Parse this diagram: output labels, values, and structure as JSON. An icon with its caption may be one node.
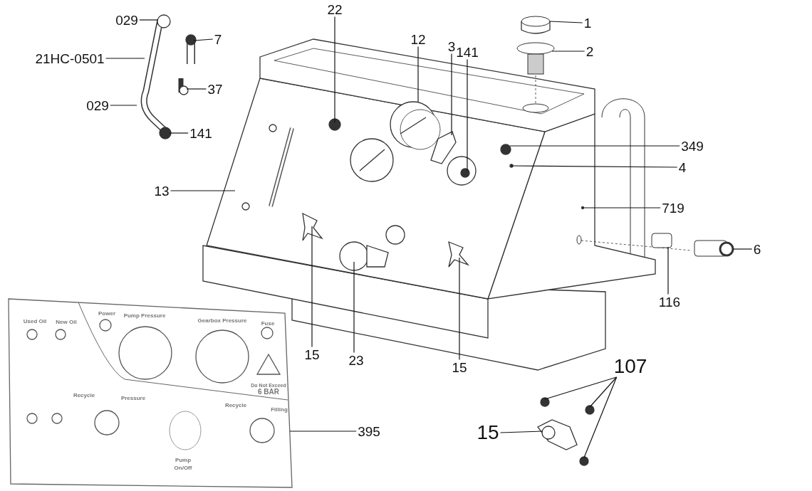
{
  "diagram": {
    "nodes": [
      {
        "text": [
          "029"
        ]
      },
      {
        "text": [
          "7"
        ]
      },
      {
        "text": [
          "21HC-0501"
        ]
      },
      {
        "text": [
          "37"
        ]
      },
      {
        "text": [
          "029"
        ]
      },
      {
        "text": [
          "141"
        ]
      },
      {
        "text": [
          "22"
        ]
      },
      {
        "text": [
          "12"
        ]
      },
      {
        "text": [
          "3"
        ]
      },
      {
        "text": [
          "141"
        ]
      },
      {
        "text": [
          "1"
        ]
      },
      {
        "text": [
          "2"
        ]
      },
      {
        "text": [
          "349"
        ]
      },
      {
        "text": [
          "4"
        ]
      },
      {
        "text": [
          "13"
        ]
      },
      {
        "text": [
          "719"
        ]
      },
      {
        "text": [
          "6"
        ]
      },
      {
        "text": [
          "15"
        ]
      },
      {
        "text": [
          "23"
        ]
      },
      {
        "text": [
          "15"
        ]
      },
      {
        "text": [
          "116"
        ]
      },
      {
        "text": [
          "395"
        ]
      },
      {
        "text": [
          "107"
        ]
      },
      {
        "text": [
          "15"
        ]
      },
      {
        "text": [],
        "shape": "picture"
      }
    ],
    "edges": [
      {
        "from": 0,
        "to": null,
        "arrow": "none"
      },
      {
        "from": 1,
        "to": null,
        "arrow": "none"
      },
      {
        "from": 2,
        "to": null,
        "arrow": "none"
      },
      {
        "from": 3,
        "to": null,
        "arrow": "none"
      },
      {
        "from": 4,
        "to": null,
        "arrow": "none"
      },
      {
        "from": 5,
        "to": null,
        "arrow": "none"
      },
      {
        "from": 6,
        "to": null,
        "arrow": "none"
      },
      {
        "from": 7,
        "to": null,
        "arrow": "none"
      },
      {
        "from": 8,
        "to": null,
        "arrow": "none"
      },
      {
        "from": 9,
        "to": null,
        "arrow": "none"
      },
      {
        "from": 10,
        "to": null,
        "arrow": "none"
      },
      {
        "from": 11,
        "to": null,
        "arrow": "none"
      },
      {
        "from": 12,
        "to": null,
        "arrow": "none"
      },
      {
        "from": 13,
        "to": null,
        "arrow": "none"
      },
      {
        "from": 14,
        "to": null,
        "arrow": "none"
      },
      {
        "from": 15,
        "to": null,
        "arrow": "none"
      },
      {
        "from": 16,
        "to": null,
        "arrow": "none"
      },
      {
        "from": 17,
        "to": null,
        "arrow": "none"
      },
      {
        "from": 18,
        "to": null,
        "arrow": "none"
      },
      {
        "from": 19,
        "to": null,
        "arrow": "none"
      },
      {
        "from": 20,
        "to": null,
        "arrow": "none"
      },
      {
        "from": 21,
        "to": 24,
        "arrow": "none"
      },
      {
        "from": 22,
        "to": null,
        "arrow": "none"
      },
      {
        "from": 22,
        "to": null,
        "arrow": "none"
      },
      {
        "from": 22,
        "to": null,
        "arrow": "none"
      },
      {
        "from": 23,
        "to": null,
        "arrow": "none"
      }
    ],
    "labels": [
      "Used Oil",
      "New Oil",
      "Power",
      "Pump Pressure",
      "Gearbox Pressure",
      "Fuse",
      "Do Not Exceed",
      "6 BAR",
      "Recycle",
      "Pressure",
      "Recycle",
      "Filling",
      "Pump",
      "On/Off"
    ]
  }
}
